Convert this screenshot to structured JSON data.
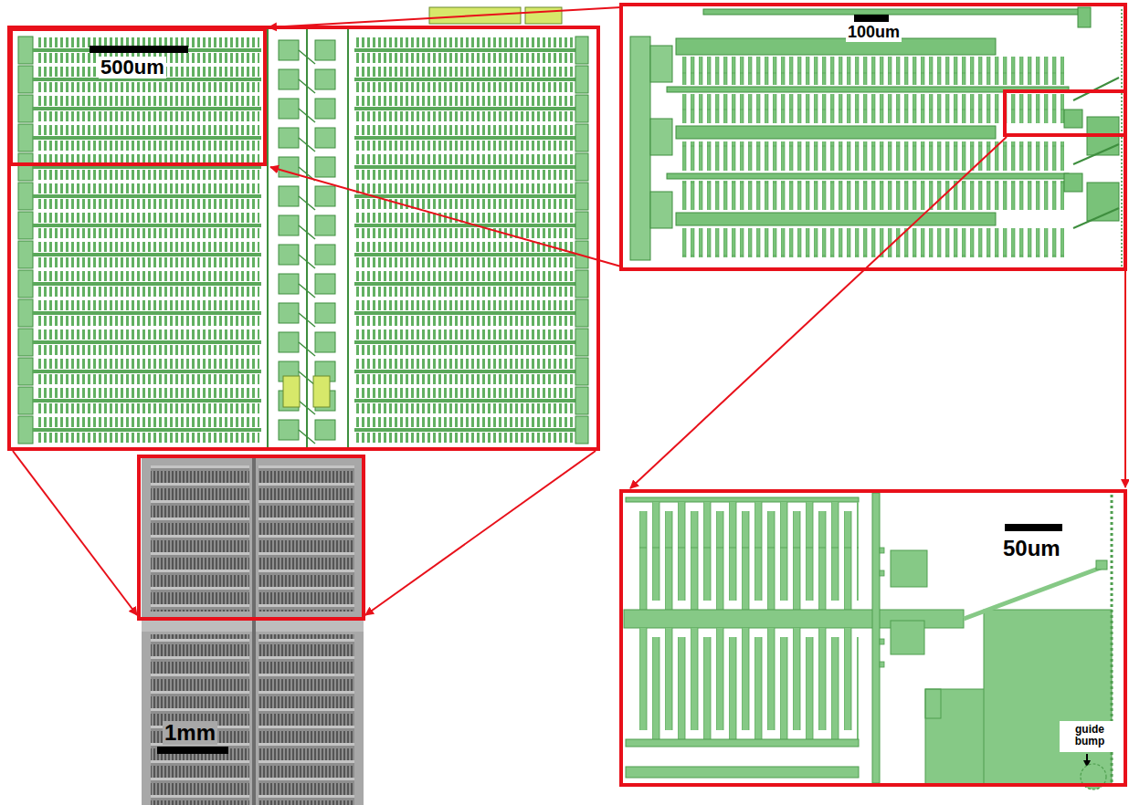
{
  "diagram": {
    "labels": [
      "500um",
      "100um",
      "1mm",
      "50um",
      "guide bump"
    ]
  }
}
